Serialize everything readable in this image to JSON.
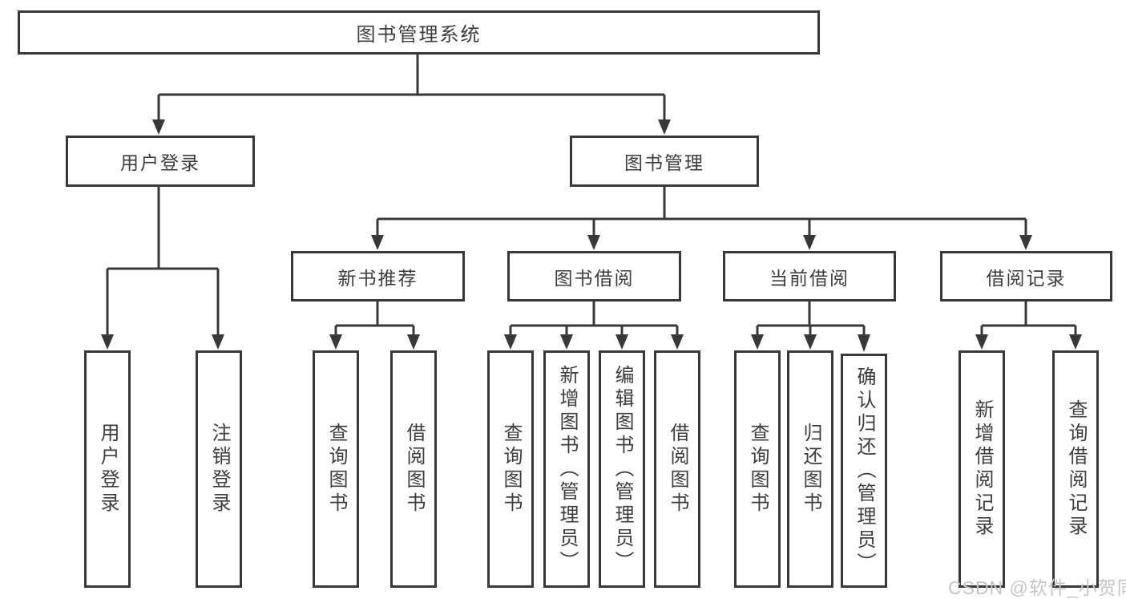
{
  "page": {
    "background_color": "#ffffff",
    "line_color": "#383838",
    "text_color": "#3d3d3d"
  },
  "watermark": {
    "text": "CSDN @软件_小贺同学",
    "color": "#c5c5c5"
  },
  "tree": {
    "root": {
      "label": "图书管理系统"
    },
    "branches": [
      {
        "label": "用户登录",
        "children": [
          {
            "label": "用户登录"
          },
          {
            "label": "注销登录"
          }
        ]
      },
      {
        "label": "图书管理",
        "children": [
          {
            "label": "新书推荐",
            "children": [
              {
                "label": "查询图书"
              },
              {
                "label": "借阅图书"
              }
            ]
          },
          {
            "label": "图书借阅",
            "children": [
              {
                "label": "查询图书"
              },
              {
                "label": "新增图书（管理员）"
              },
              {
                "label": "编辑图书（管理员）"
              },
              {
                "label": "借阅图书"
              }
            ]
          },
          {
            "label": "当前借阅",
            "children": [
              {
                "label": "查询图书"
              },
              {
                "label": "归还图书"
              },
              {
                "label": "确认归还（管理员）"
              }
            ]
          },
          {
            "label": "借阅记录",
            "children": [
              {
                "label": "新增借阅记录"
              },
              {
                "label": "查询借阅记录"
              }
            ]
          }
        ]
      }
    ]
  }
}
